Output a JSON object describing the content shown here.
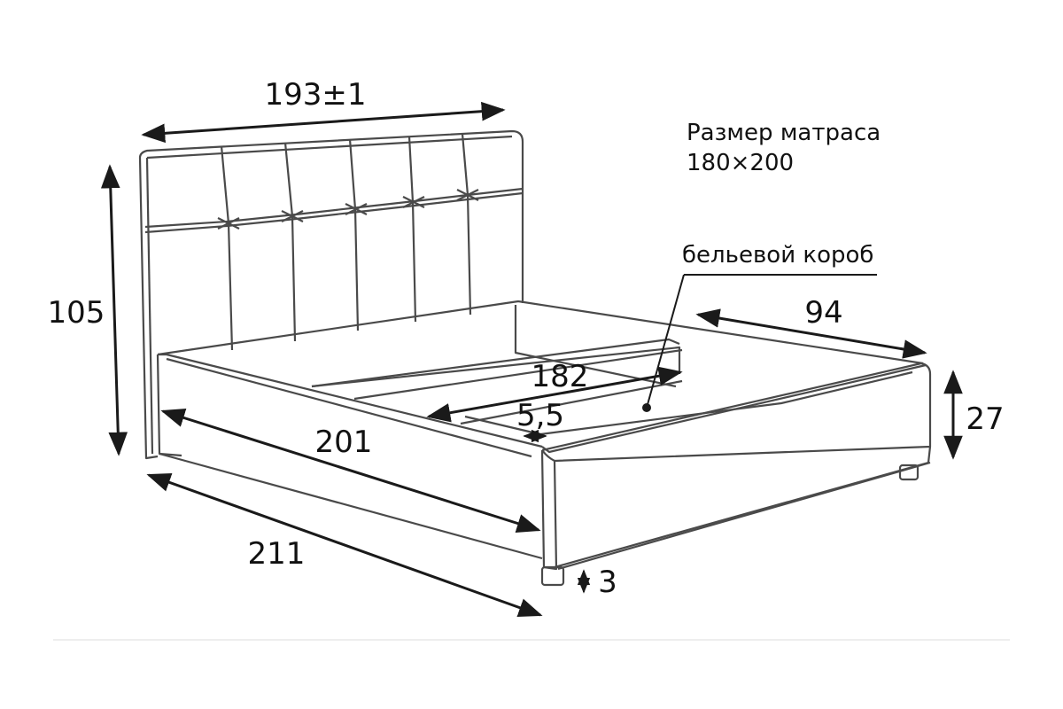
{
  "dimensions": {
    "headboard_width": "193±1",
    "headboard_height": "105",
    "frame_inner_length": "201",
    "overall_length": "211",
    "box_length": "182",
    "box_width": "94",
    "side_thickness": "5,5",
    "frame_height": "27",
    "leg_height": "3"
  },
  "notes": {
    "mattress_caption": "Размер матраса",
    "mattress_size": "180×200",
    "storage_box": "бельевой короб"
  },
  "colors": {
    "line": "#4a4a4a",
    "arrow": "#1a1a1a",
    "background": "#ffffff"
  }
}
